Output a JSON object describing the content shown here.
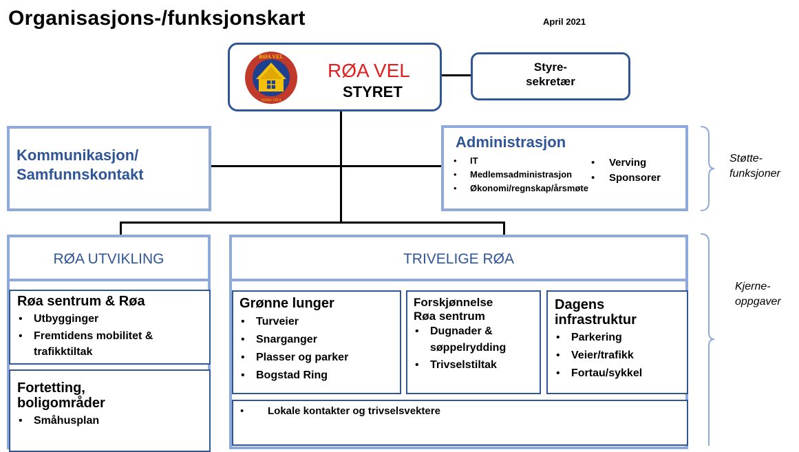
{
  "header": {
    "title": "Organisasjons-/funksjonskart",
    "date": "April 2021"
  },
  "board": {
    "logo_text": "RØA VEL",
    "logo_founded": "Stiftet 1914",
    "name": "RØA VEL",
    "subtitle": "STYRET"
  },
  "secretary": {
    "line1": "Styre-",
    "line2": "sekretær"
  },
  "communication": {
    "line1": "Kommunikasjon/",
    "line2": "Samfunnskontakt"
  },
  "administration": {
    "title": "Administrasjon",
    "left_items": [
      "IT",
      "Medlemsadministrasjon",
      "Økonomi/regnskap/årsmøte"
    ],
    "right_items": [
      "Verving",
      "Sponsorer"
    ]
  },
  "side_labels": {
    "support": [
      "Støtte-",
      "funksjoner"
    ],
    "core": [
      "Kjerne-",
      "oppgaver"
    ]
  },
  "roa_utvikling": {
    "title": "RØA UTVIKLING",
    "sentrum": {
      "title": "Røa sentrum & Røa",
      "items": [
        "Utbygginger",
        "Fremtidens mobilitet & trafikktiltak"
      ]
    },
    "fortetting": {
      "title_line1": "Fortetting,",
      "title_line2": "boligområder",
      "items": [
        "Småhusplan"
      ]
    }
  },
  "trivelige_roa": {
    "title": "TRIVELIGE RØA",
    "gronne": {
      "title": "Grønne lunger",
      "items": [
        "Turveier",
        "Snarganger",
        "Plasser og parker",
        "Bogstad Ring"
      ]
    },
    "forskjonnelse": {
      "title_line1": "Forskjønnelse",
      "title_line2": "Røa sentrum",
      "items": [
        "Dugnader & søppelrydding",
        "Trivselstiltak"
      ]
    },
    "infrastruktur": {
      "title_line1": "Dagens",
      "title_line2": "infrastruktur",
      "items": [
        "Parkering",
        "Veier/trafikk",
        "Fortau/sykkel"
      ]
    },
    "lokale": {
      "items": [
        "Lokale kontakter og trivselsvektere"
      ]
    }
  }
}
